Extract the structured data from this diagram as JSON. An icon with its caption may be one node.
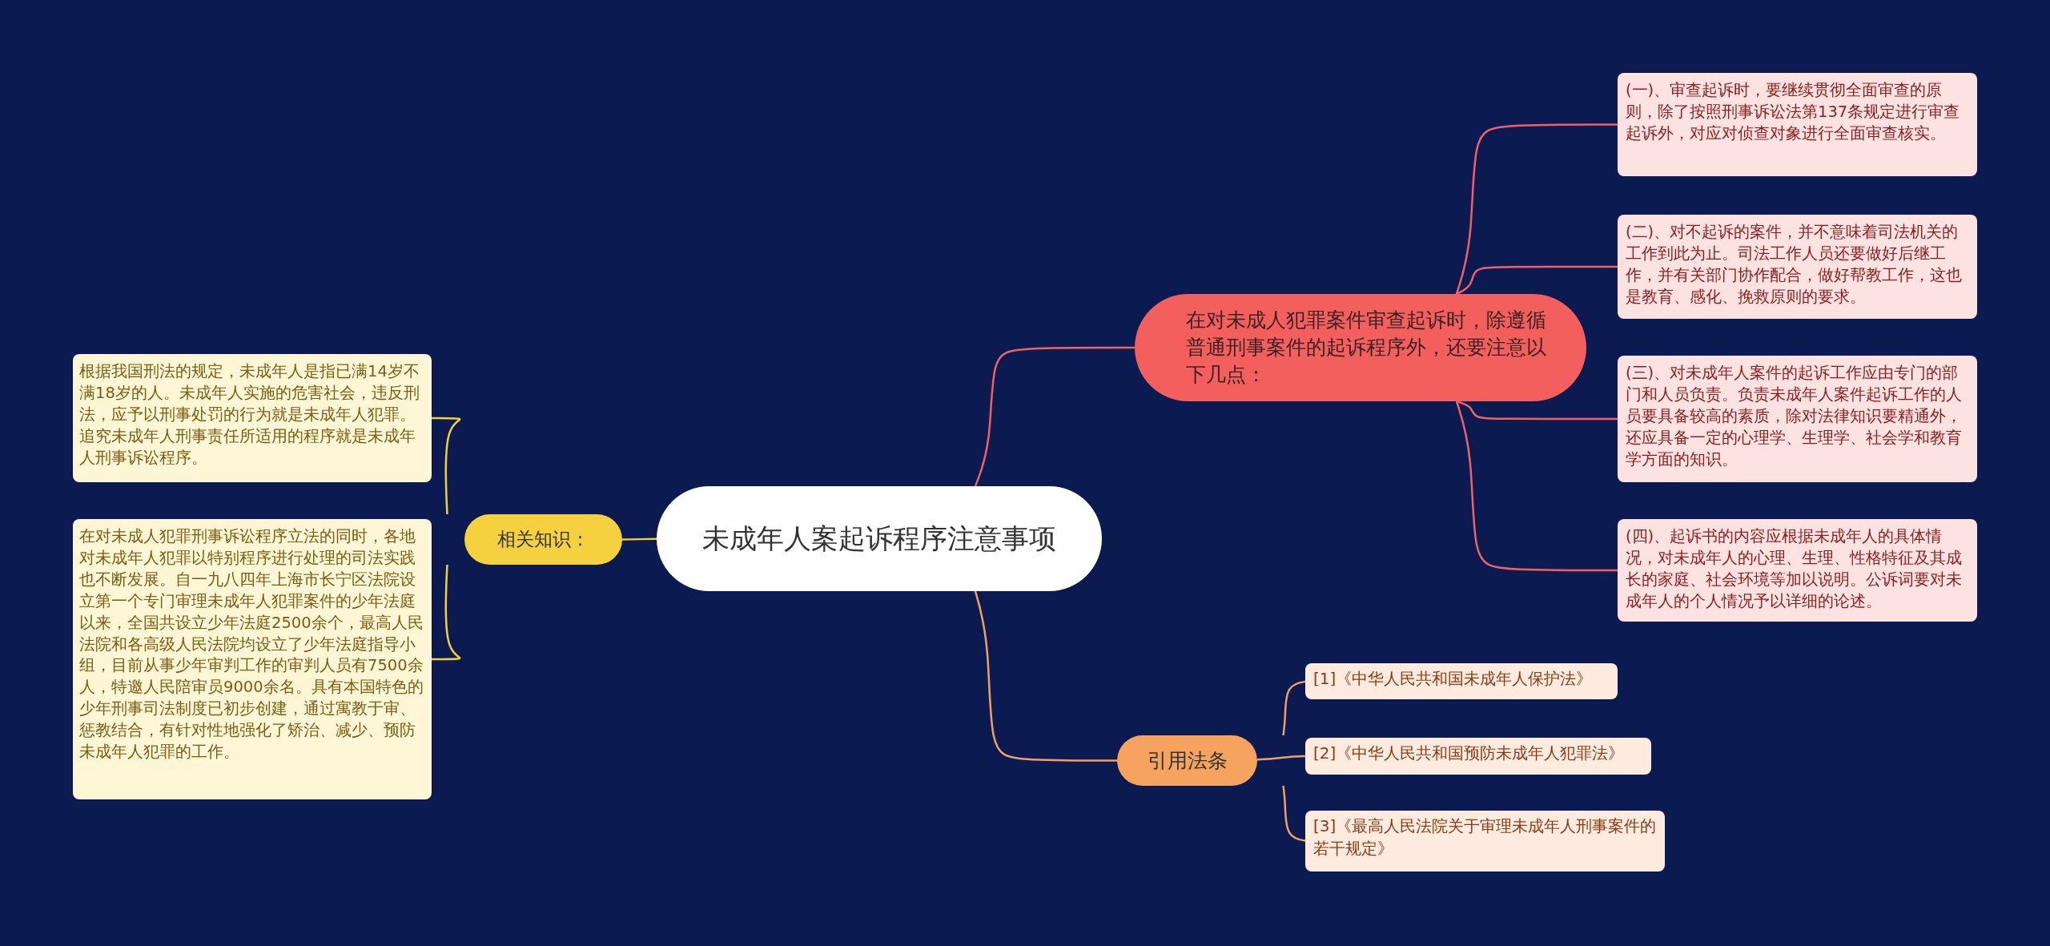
{
  "diagram": {
    "nodes": [
      {
        "text": [
          "未成年人案起诉程序注意事项"
        ]
      },
      {
        "text": [
          "相关知识："
        ]
      },
      {
        "text": [
          "根据我国刑法的规定，未成年人是指已满14岁不满18岁的人。未成年人实施的危害社会，违反刑法，应予以刑事处罚的行为就是未成年人犯罪。追究未成年人刑事责任所适用的程序就是未成年人刑事诉讼程序。"
        ]
      },
      {
        "text": [
          "在对未成人犯罪刑事诉讼程序立法的同时，各地对未成年人犯罪以特别程序进行处理的司法实践也不断发展。自一九八四年上海市长宁区法院设立第一个专门审理未成年人犯罪案件的少年法庭以来，全国共设立少年法庭2500余个，最高人民法院和各高级人民法院均设立了少年法庭指导小组，目前从事少年审判工作的审判人员有7500余人，特邀人民陪审员9000余名。具有本国特色的少年刑事司法制度已初步创建，通过寓教于审、惩教结合，有针对性地强化了矫治、减少、预防未成年人犯罪的工作。"
        ]
      },
      {
        "text": [
          "在对未成人犯罪案件审查起诉时，除遵循普通刑事案件的起诉程序外，还要注意以下几点："
        ]
      },
      {
        "text": [
          "(一)、审查起诉时，要继续贯彻全面审查的原则，除了按照刑事诉讼法第137条规定进行审查起诉外，对应对侦查对象进行全面审查核实。"
        ]
      },
      {
        "text": [
          "(二)、对不起诉的案件，并不意味着司法机关的工作到此为止。司法工作人员还要做好后继工作，并有关部门协作配合，做好帮教工作，这也是教育、感化、挽救原则的要求。"
        ]
      },
      {
        "text": [
          "(三)、对未成年人案件的起诉工作应由专门的部门和人员负责。负责未成年人案件起诉工作的人员要具备较高的素质，除对法律知识要精通外，还应具备一定的心理学、生理学、社会学和教育学方面的知识。"
        ]
      },
      {
        "text": [
          "(四)、起诉书的内容应根据未成年人的具体情况，对未成年人的心理、生理、性格特征及其成长的家庭、社会环境等加以说明。公诉词要对未成年人的个人情况予以详细的论述。"
        ]
      },
      {
        "text": [
          "引用法条"
        ]
      },
      {
        "text": [
          "[1]《中华人民共和国未成年人保护法》"
        ]
      },
      {
        "text": [
          "[2]《中华人民共和国预防未成年人犯罪法》"
        ]
      },
      {
        "text": [
          "[3]《最高人民法院关于审理未成年人刑事案件的若干规定》"
        ]
      }
    ],
    "edges": [
      {
        "from": 0,
        "to": 1,
        "arrow": "none",
        "color": "#f2cf3c"
      },
      {
        "from": 1,
        "to": 2,
        "arrow": "none",
        "color": "#f2cf3c"
      },
      {
        "from": 1,
        "to": 3,
        "arrow": "none",
        "color": "#f2cf3c"
      },
      {
        "from": 0,
        "to": 4,
        "arrow": "none",
        "color": "#f06262"
      },
      {
        "from": 4,
        "to": 5,
        "arrow": "none",
        "color": "#f06262"
      },
      {
        "from": 4,
        "to": 6,
        "arrow": "none",
        "color": "#f06262"
      },
      {
        "from": 4,
        "to": 7,
        "arrow": "none",
        "color": "#f06262"
      },
      {
        "from": 4,
        "to": 8,
        "arrow": "none",
        "color": "#f06262"
      },
      {
        "from": 0,
        "to": 9,
        "arrow": "none",
        "color": "#f2a060"
      },
      {
        "from": 9,
        "to": 10,
        "arrow": "none",
        "color": "#f2a060"
      },
      {
        "from": 9,
        "to": 11,
        "arrow": "none",
        "color": "#f2a060"
      },
      {
        "from": 9,
        "to": 12,
        "arrow": "none",
        "color": "#f2a060"
      }
    ]
  }
}
